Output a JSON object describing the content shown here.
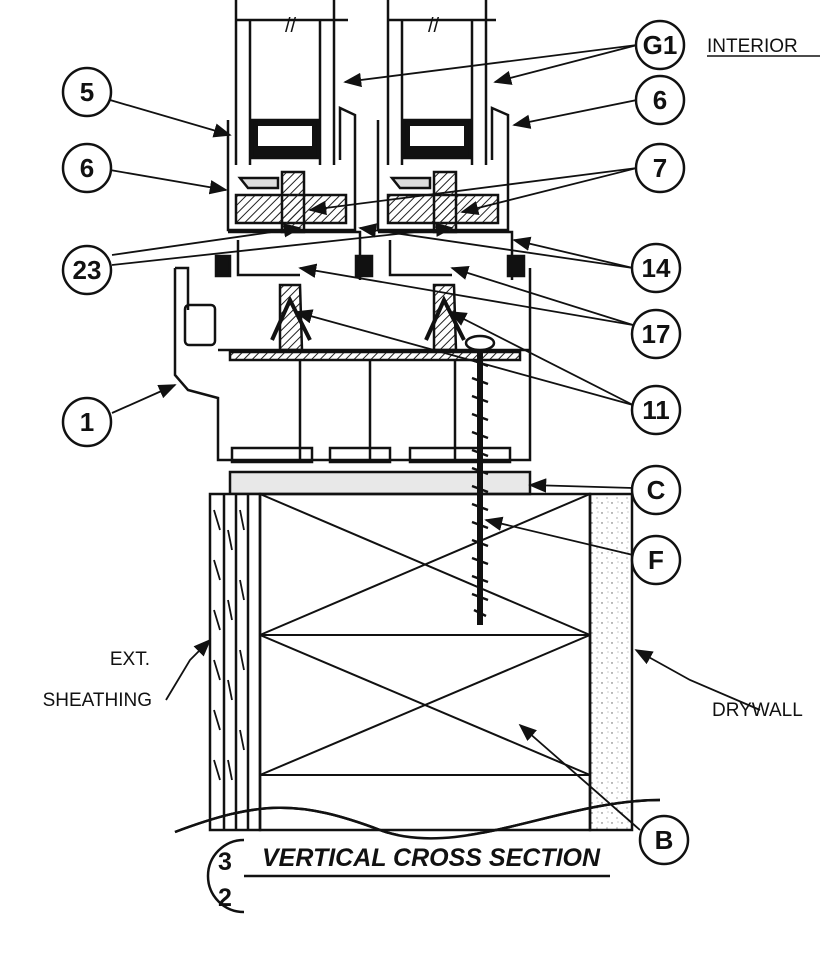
{
  "labels": {
    "interior": "INTERIOR",
    "ext_sheathing_1": "EXT.",
    "ext_sheathing_2": "SHEATHING",
    "drywall": "DRYWALL"
  },
  "callouts": {
    "g1": "G1",
    "c5": "5",
    "c6_left": "6",
    "c6_right": "6",
    "c7": "7",
    "c23": "23",
    "c14": "14",
    "c17": "17",
    "c1": "1",
    "c11": "11",
    "cC": "C",
    "cF": "F",
    "cB": "B"
  },
  "section": {
    "number": "3",
    "sheet": "2",
    "title": "VERTICAL CROSS SECTION"
  }
}
